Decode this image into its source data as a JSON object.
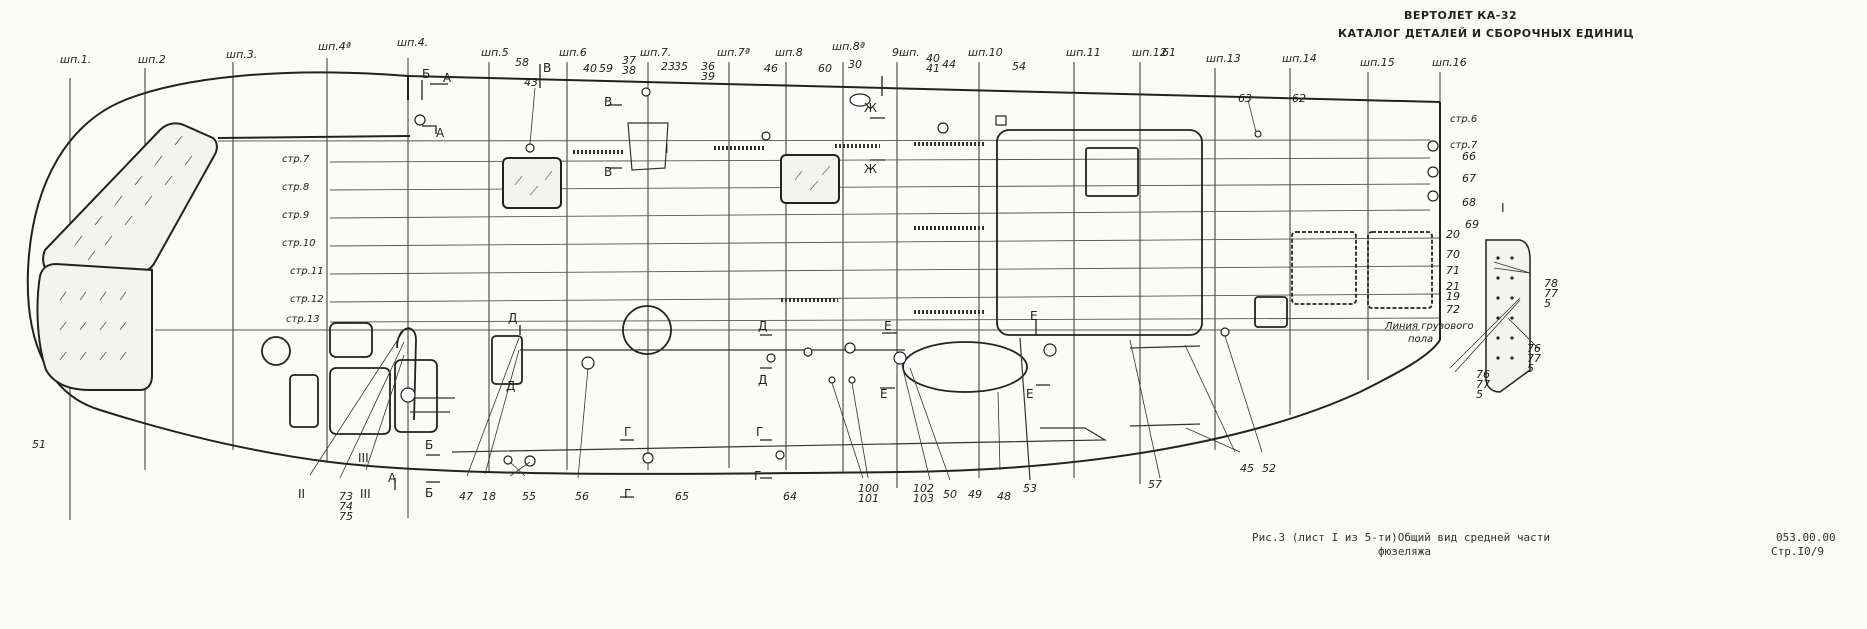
{
  "header": {
    "aircraft": "ВЕРТОЛЕТ КА-32",
    "catalog": "КАТАЛОГ ДЕТАЛЕЙ И СБОРОЧНЫХ ЕДИНИЦ"
  },
  "caption": {
    "line1": "Рис.3 (лист I из 5-ти)Общий вид средней части",
    "line2": "фюзеляжа",
    "doc_code": "053.00.00",
    "page": "Стр.I0/9"
  },
  "frames": [
    "шп.1.",
    "шп.2",
    "шп.3.",
    "шп.4ª",
    "шп.4.",
    "шп.5",
    "шп.6",
    "шп.7.",
    "шп.7ª",
    "шп.8",
    "шп.8ª",
    "9шп.",
    "шп.10",
    "шп.11",
    "шп.12",
    "шп.13",
    "шп.14",
    "шп.15",
    "шп.16"
  ],
  "stringers": [
    "стр.6",
    "стр.7",
    "стр.7",
    "стр.8",
    "стр.9",
    "стр.10",
    "стр.11",
    "стр.12",
    "стр.13"
  ],
  "floor_label": [
    "Линия грузового",
    "пола"
  ],
  "section_marks": [
    "А",
    "А",
    "А",
    "Б",
    "Б",
    "Б",
    "В",
    "В",
    "В",
    "Г",
    "Г",
    "Г",
    "Г",
    "Д",
    "Д",
    "Д",
    "Д",
    "Е",
    "Е",
    "Е",
    "Е",
    "Ж",
    "Ж",
    "I",
    "I",
    "II",
    "III",
    "III"
  ],
  "callouts": [
    "43",
    "58",
    "40",
    "59",
    "37",
    "38",
    "23",
    "35",
    "36",
    "39",
    "46",
    "60",
    "30",
    "40",
    "41",
    "44",
    "54",
    "61",
    "63",
    "62",
    "66",
    "67",
    "68",
    "69",
    "20",
    "70",
    "71",
    "21",
    "19",
    "72",
    "78",
    "77",
    "5",
    "76",
    "77",
    "5",
    "76",
    "77",
    "5",
    "51",
    "73",
    "74",
    "75",
    "47",
    "18",
    "55",
    "56",
    "65",
    "64",
    "100",
    "101",
    "102",
    "103",
    "50",
    "49",
    "48",
    "53",
    "57",
    "45",
    "52"
  ]
}
